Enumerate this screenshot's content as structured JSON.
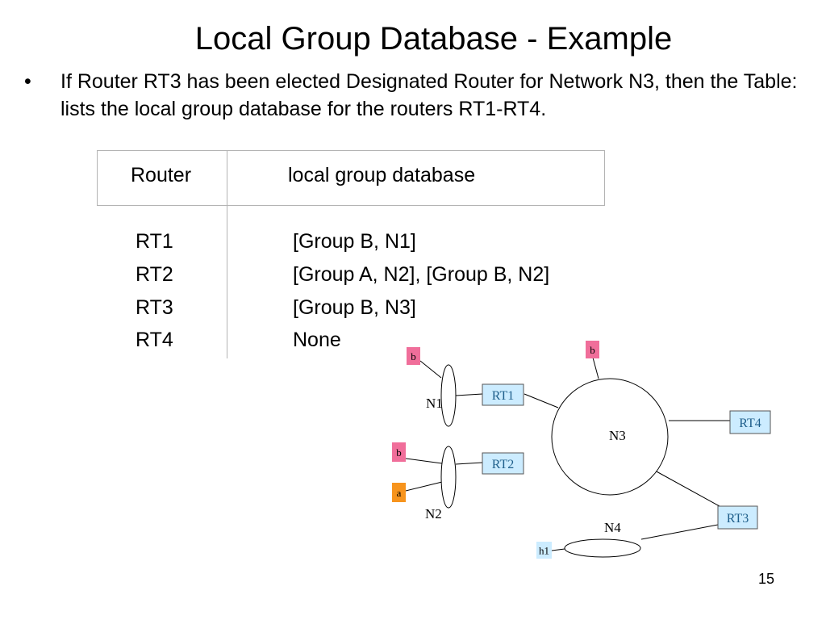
{
  "slide": {
    "title": "Local Group Database - Example",
    "bullet_mark": "•",
    "bullet_text": "If Router RT3 has been elected Designated Router for Network N3, then the Table: lists the local group database for the routers RT1-RT4.",
    "page_number": "15"
  },
  "table": {
    "headers": [
      "Router",
      "local group database"
    ],
    "rows": [
      {
        "router": "RT1",
        "db": "[Group B, N1]"
      },
      {
        "router": "RT2",
        "db": "[Group A, N2], [Group B, N2]"
      },
      {
        "router": "RT3",
        "db": "[Group B, N3]"
      },
      {
        "router": "RT4",
        "db": "None"
      }
    ]
  },
  "diagram": {
    "routers": [
      "RT1",
      "RT2",
      "RT3",
      "RT4"
    ],
    "networks": [
      "N1",
      "N2",
      "N3",
      "N4"
    ],
    "members": {
      "b_top": "b",
      "b_n3": "b",
      "b_n2": "b",
      "a_n2": "a",
      "host": "h1"
    },
    "colors": {
      "router_fill": "#ccecff",
      "router_border": "#555555",
      "router_text": "#1f5f8b",
      "member_b": "#f06e9a",
      "member_a": "#f7941d",
      "host_fill": "#ccecff"
    }
  }
}
